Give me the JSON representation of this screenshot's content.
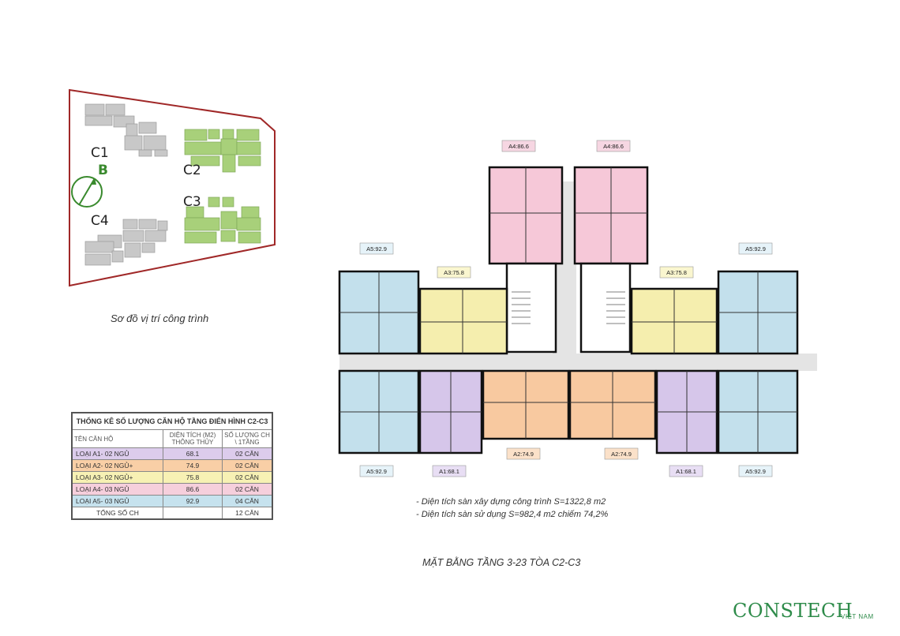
{
  "site_map": {
    "buildings": [
      "C1",
      "C2",
      "C3",
      "C4"
    ],
    "compass_letter": "B",
    "caption": "Sơ đồ vị trí công trình",
    "colors": {
      "border": "#a02828",
      "highlight": "#a8d07a",
      "other": "#c8c8c8",
      "compass": "#3a8a2e"
    }
  },
  "stats_table": {
    "title": "THỐNG KÊ SỐ LƯỢNG CĂN HỘ TẦNG ĐIỂN HÌNH C2-C3",
    "headers": [
      "TÊN CĂN HỘ",
      "DIỆN TÍCH (M2) THÔNG THỦY",
      "SỐ LƯỢNG CH \\ 1TẦNG"
    ],
    "rows": [
      {
        "name": "LOẠI A1- 02 NGỦ",
        "area": "68.1",
        "count": "02 CĂN",
        "color": "#dcccec"
      },
      {
        "name": "LOẠI A2- 02 NGỦ+",
        "area": "74.9",
        "count": "02 CĂN",
        "color": "#f9cfa6"
      },
      {
        "name": "LOẠI A3- 02 NGỦ+",
        "area": "75.8",
        "count": "02 CĂN",
        "color": "#f7f1b4"
      },
      {
        "name": "LOẠI A4- 03 NGỦ",
        "area": "86.6",
        "count": "02 CĂN",
        "color": "#f6cfdc"
      },
      {
        "name": "LOẠI A5- 03 NGỦ",
        "area": "92.9",
        "count": "04 CĂN",
        "color": "#c6e2ee"
      }
    ],
    "total": {
      "name": "TỔNG SỐ CH",
      "count": "12 CĂN"
    }
  },
  "floor_plan": {
    "unit_labels": {
      "a4_left": "A4:86.6",
      "a4_right": "A4:86.6",
      "a5_top_left": "A5:92.9",
      "a5_top_right": "A5:92.9",
      "a3_left": "A3:75.8",
      "a3_right": "A3:75.8",
      "a5_bottom_left": "A5:92.9",
      "a1_left": "A1:68.1",
      "a2_left": "A2:74.9",
      "a2_right": "A2:74.9",
      "a1_right": "A1:68.1",
      "a5_bottom_right": "A5:92.9"
    },
    "colors": {
      "A1": "#d6c6ea",
      "A2": "#f8c9a0",
      "A3": "#f5eeae",
      "A4": "#f6c8d8",
      "A5": "#c3e0ec",
      "core": "#ffffff",
      "corridor": "#e4e4e4",
      "wall": "#111111"
    }
  },
  "notes": [
    "- Diện tích sàn xây dựng công trình S=1322,8 m2",
    "- Diện tích sàn sử dụng S=982,4 m2 chiếm 74,2%"
  ],
  "plan_caption": "MẶT BẰNG TẦNG 3-23 TÒA C2-C3",
  "brand": {
    "name": "CONSTECH",
    "sub": "VIỆT NAM",
    "color": "#2e8b4a"
  }
}
